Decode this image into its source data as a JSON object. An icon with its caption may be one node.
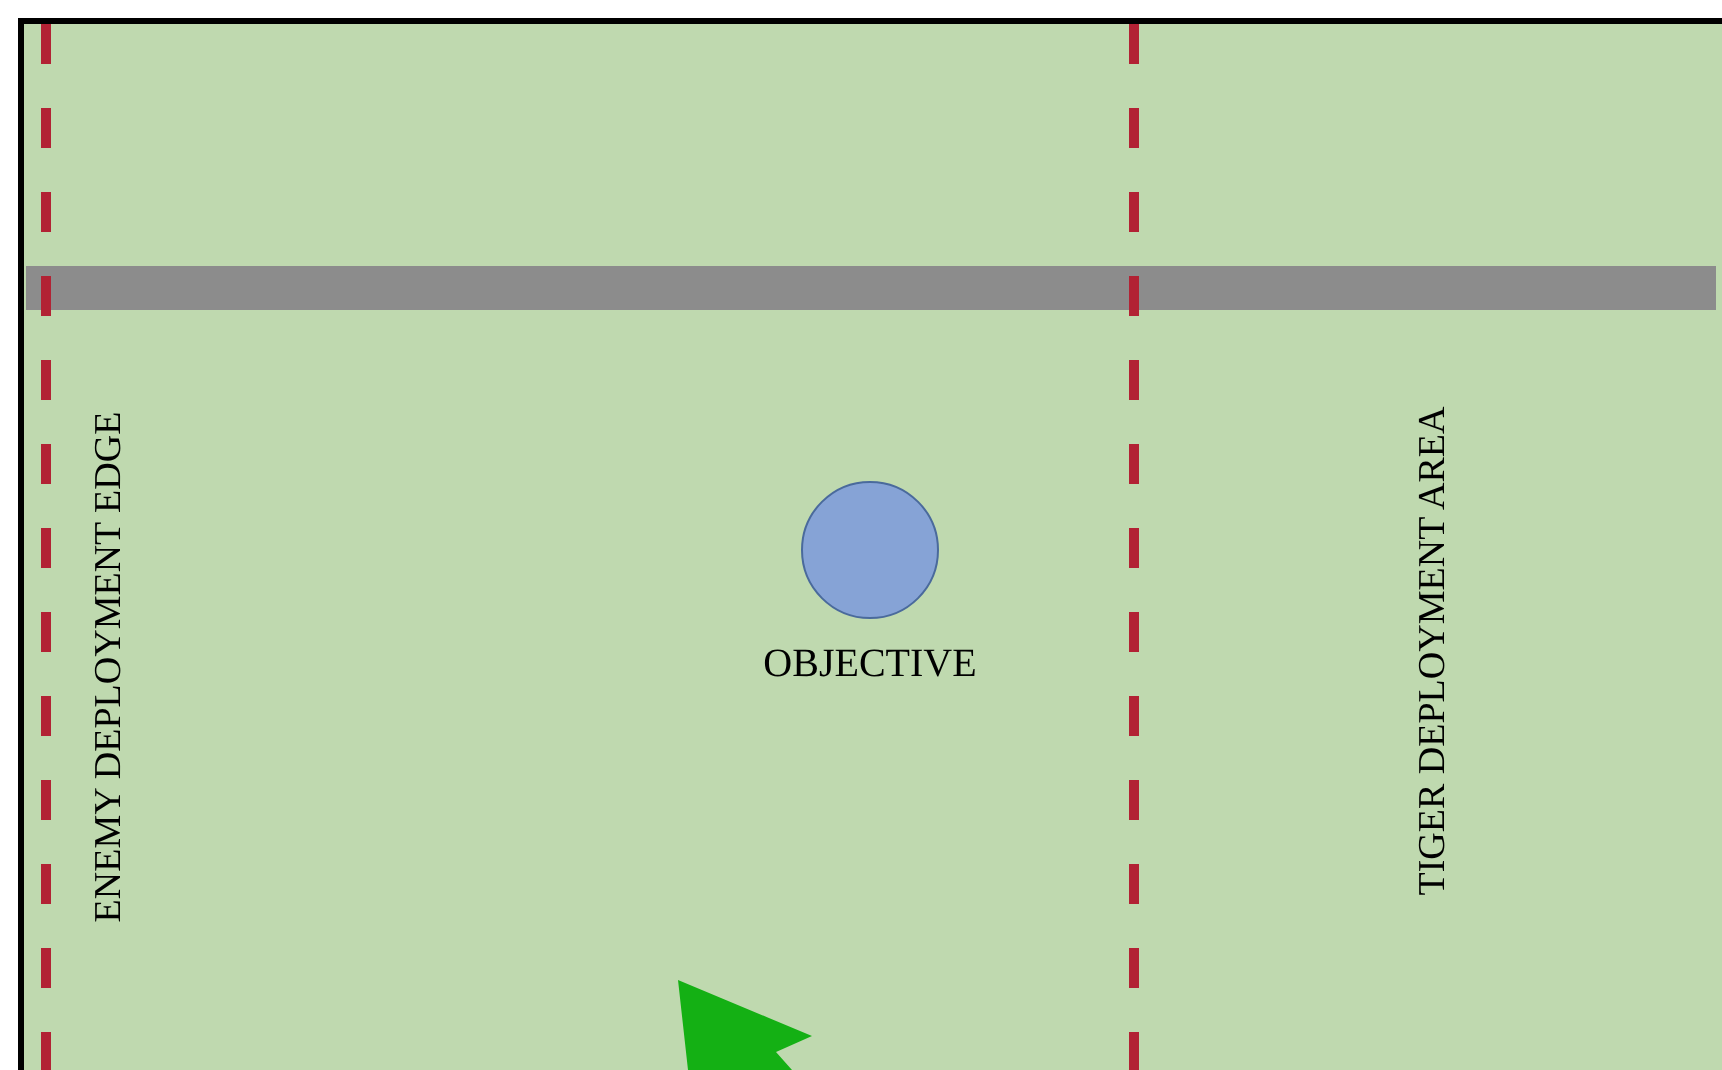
{
  "diagram": {
    "nodes": [
      {
        "text": [
          "OBJECTIVE"
        ]
      }
    ],
    "edges": [],
    "labels": [
      "ENEMY DEPLOYMENT EDGE",
      "TIGER DEPLOYMENT AREA"
    ]
  }
}
